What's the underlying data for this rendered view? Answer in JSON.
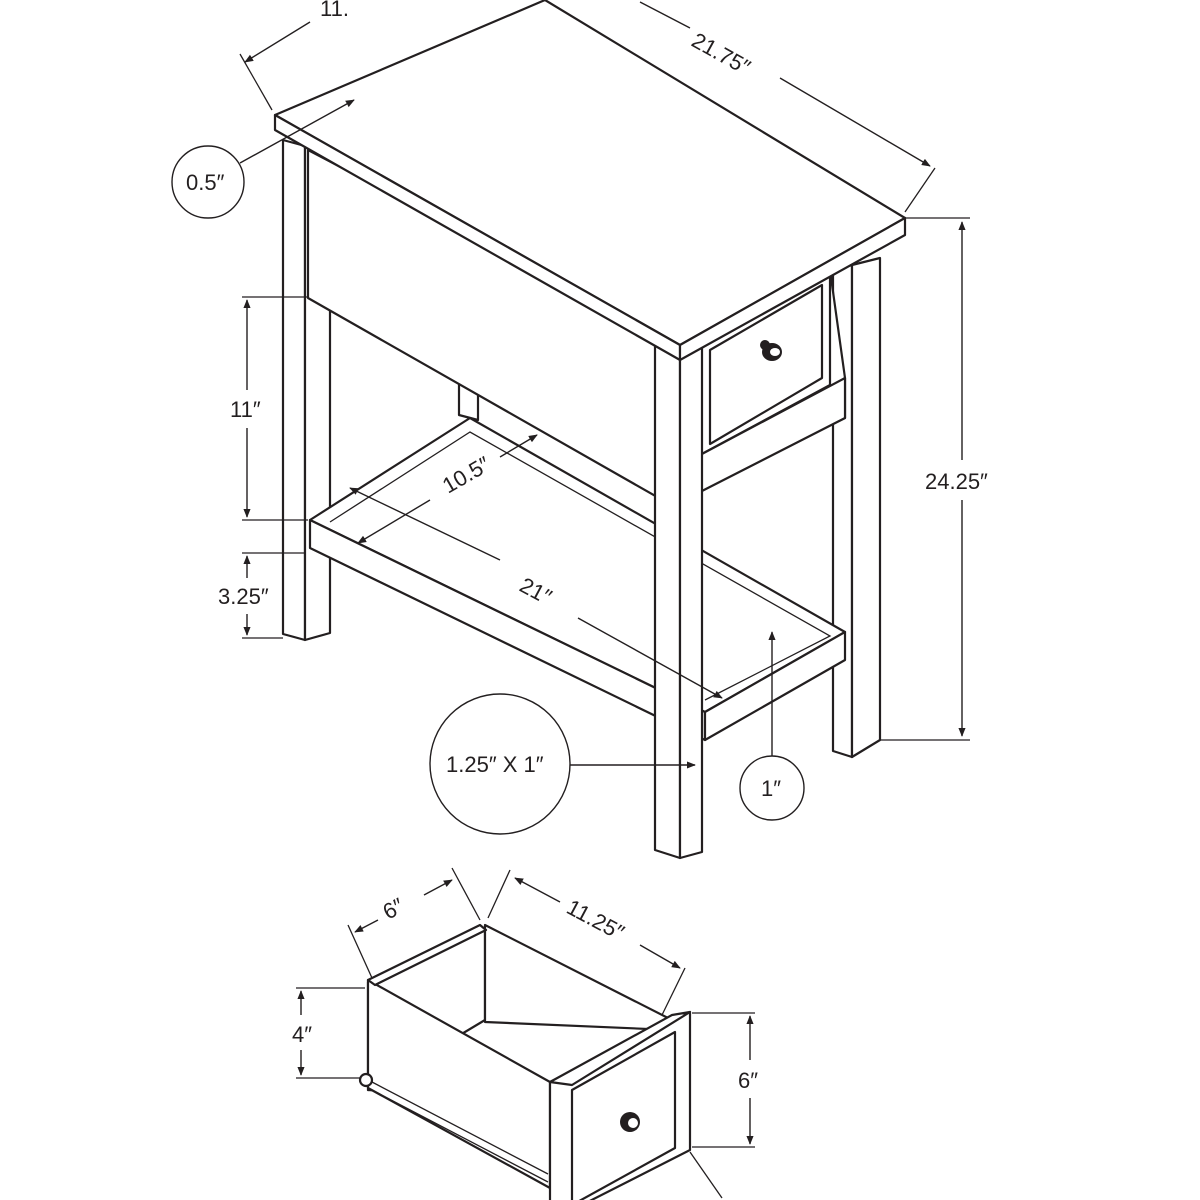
{
  "labels": {
    "top_depth": "11.",
    "top_width": "21.75″",
    "top_thickness": "0.5″",
    "total_height": "24.25″",
    "upper_opening": "11″",
    "shelf_clearance": "3.25″",
    "shelf_depth": "10.5″",
    "shelf_width": "21″",
    "leg_size": "1.25″ X 1″",
    "shelf_thickness": "1″",
    "drawer_width": "6″",
    "drawer_depth": "11.25″",
    "drawer_inner_height": "4″",
    "drawer_front_height": "6″"
  },
  "colors": {
    "line": "#231f20",
    "background": "#ffffff"
  }
}
